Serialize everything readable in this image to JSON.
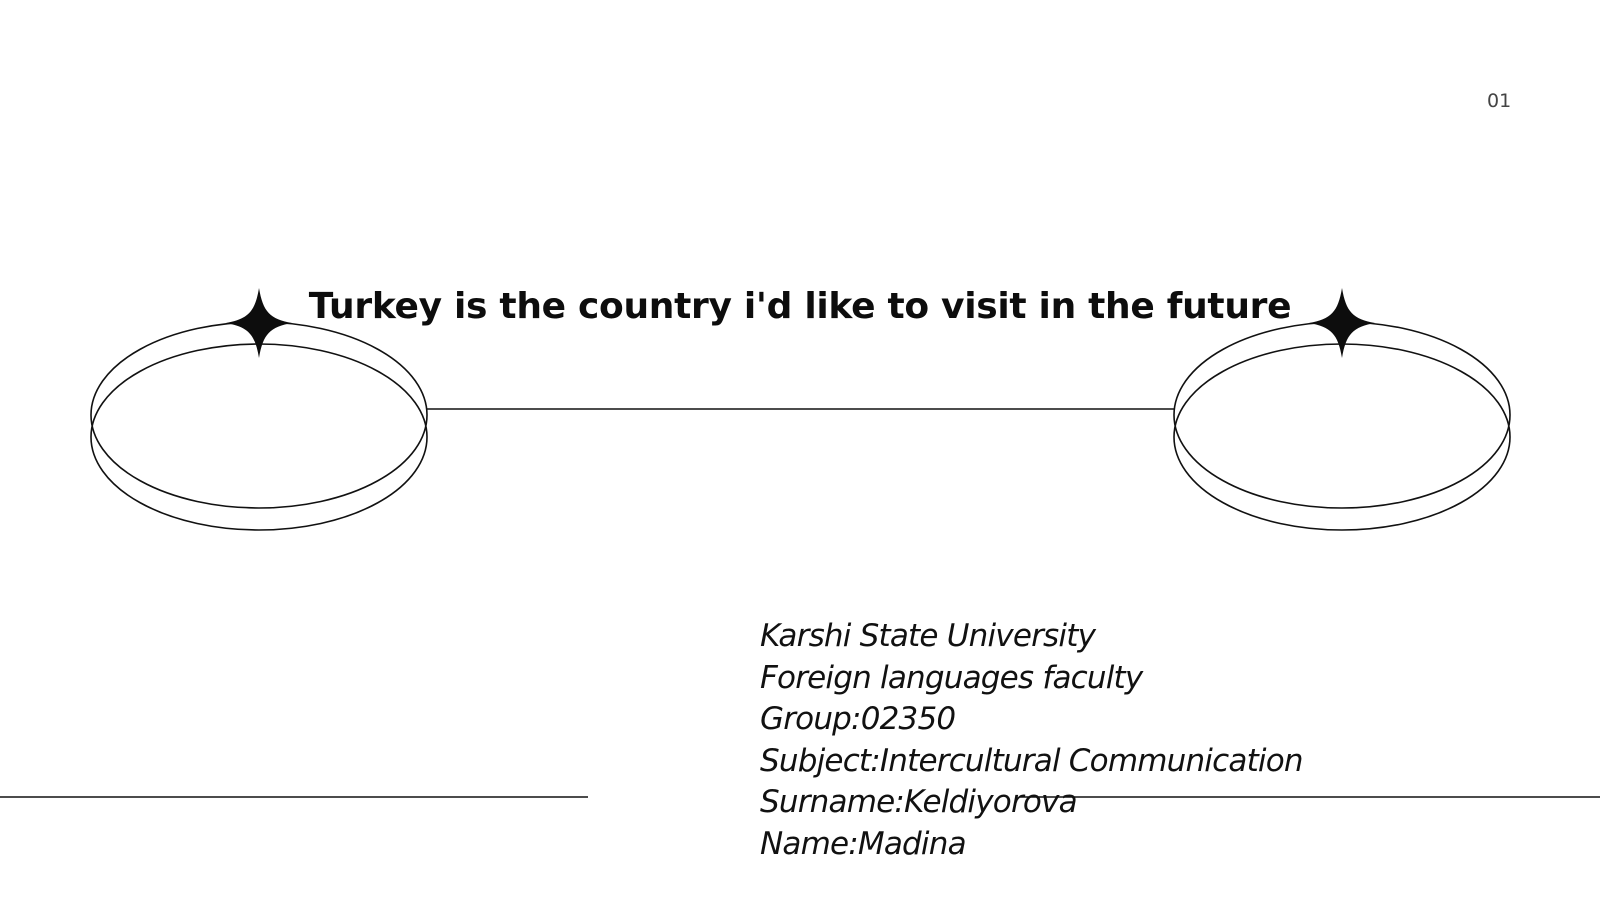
{
  "slide": {
    "number": "01",
    "title": "Turkey is the country i'd like to visit in the future",
    "info_lines": [
      "Karshi State University",
      "Foreign languages faculty",
      "Group:02350",
      "Subject:Intercultural Communication",
      "Surname:Keldiyorova",
      "Name:Madina"
    ]
  },
  "colors": {
    "background": "#ffffff",
    "ink": "#111111"
  },
  "icons": [
    "four-point-star-icon",
    "four-point-star-icon"
  ]
}
